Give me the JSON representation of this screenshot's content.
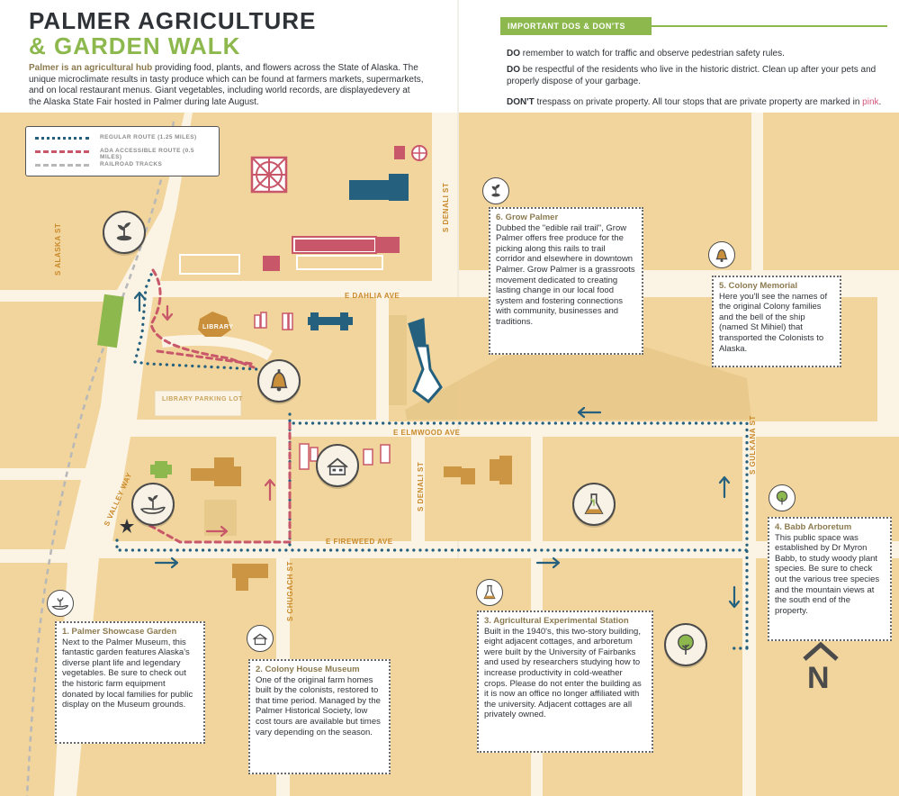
{
  "title": {
    "line1": "PALMER AGRICULTURE",
    "line2": "& GARDEN WALK"
  },
  "intro": {
    "lead": "Palmer is an agricultural hub",
    "body": " providing food, plants, and flowers across the State of Alaska. The unique microclimate results in tasty produce which can be found at farmers markets, supermarkets, and on local restaurant menus. Giant vegetables, including world records, are displayedevery at the Alaska State Fair hosted in Palmer during late August."
  },
  "dos": {
    "heading": "IMPORTANT DOS & DON'TS",
    "items": [
      {
        "keyword": "DO",
        "text": " remember to watch for traffic and observe pedestrian safety rules."
      },
      {
        "keyword": "DO",
        "text": " be respectful of the residents who live in the historic district. Clean up after your pets and properly dispose of your garbage."
      },
      {
        "keyword": "DON'T",
        "text": " trespass on private property. All tour stops that are private property are marked in ",
        "highlight": "pink",
        "tail": "."
      }
    ]
  },
  "legend": {
    "regular": "REGULAR ROUTE (1.25 MILES)",
    "ada": "ADA ACCESSIBLE ROUTE (0.5 MILES)",
    "railroad": "RAILROAD TRACKS"
  },
  "streets": {
    "alaska": "S ALASKA ST",
    "valley": "S VALLEY WAY",
    "denali_top": "S DENALI ST",
    "denali_mid": "S DENALI ST",
    "chugach": "S CHUGACH ST",
    "gulkana": "S GULKANA ST",
    "dahlia": "E DAHLIA AVE",
    "elmwood": "E ELMWOOD AVE",
    "fireweed": "E FIREWEED AVE"
  },
  "places": {
    "library": "LIBRARY",
    "library_lot": "LIBRARY PARKING LOT"
  },
  "stops": [
    {
      "title": "1.  Palmer Showcase Garden",
      "desc": "Next to the Palmer Museum, this fantastic garden features Alaska's diverse plant life and legendary vegetables. Be sure to check out the historic farm equipment donated by local families for public display on the Museum grounds."
    },
    {
      "title": "2. Colony House Museum",
      "desc": "One of the original farm homes built by the colonists, restored to that time period. Managed by the Palmer Historical Society, low cost tours are available but times vary depending on the season."
    },
    {
      "title": "3. Agricultural Experimental Station",
      "desc": "Built in the 1940's, this two-story building, eight adjacent cottages, and arboretum were built by the University of Fairbanks and used by researchers studying how to increase productivity in cold-weather crops. Please do not enter the building as it is now an office no longer affiliated with the university. Adjacent cottages are all privately owned."
    },
    {
      "title": "4. Babb Arboretum",
      "desc": "This public space was established by Dr Myron Babb, to study woody plant species. Be sure to check out the various tree species and the mountain views at the south end of the property."
    },
    {
      "title": "5. Colony Memorial",
      "desc": "Here you'll see the names of the original Colony families and the bell of the ship (named St Mihiel) that transported the Colonists to Alaska."
    },
    {
      "title": "6. Grow Palmer",
      "desc": "Dubbed the \"edible rail trail\", Grow Palmer offers free produce for the picking along this rails to trail corridor and elsewhere in downtown Palmer. Grow Palmer is a grassroots movement dedicated to creating lasting change in our local food system and fostering connections with community, businesses and traditions."
    }
  ],
  "north": "N",
  "colors": {
    "block": "#f1d59c",
    "road": "#fbf3e3",
    "route_blue": "#25607e",
    "route_pink": "#c9576a",
    "rail": "#b8b8b8",
    "accent_green": "#8cb84d",
    "street_label": "#c9892a",
    "title_brown": "#8c7a4f",
    "pink": "#d5587c"
  }
}
